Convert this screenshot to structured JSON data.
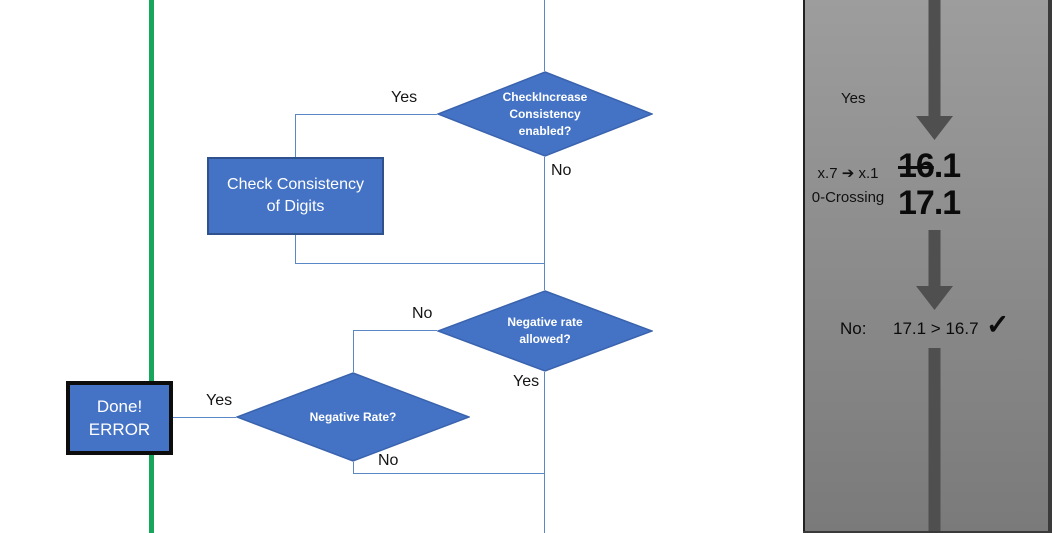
{
  "colors": {
    "shape_blue": "#4472C4",
    "shape_border_dark": "#2F528F",
    "connector_blue": "#5B87C7",
    "green_line": "#16A75C",
    "panel_gray_top": "#9D9D9D",
    "panel_gray_bottom": "#7A7A7A",
    "panel_arrow_gray": "#4F4F4F",
    "done_border_black": "#0D0D0D"
  },
  "flowchart": {
    "diamond_top": {
      "lines": [
        "CheckIncrease",
        "Consistency",
        "enabled?"
      ]
    },
    "diamond_mid": {
      "lines": [
        "Negative rate",
        "allowed?"
      ]
    },
    "diamond_bottom": {
      "lines": [
        "Negative Rate?"
      ]
    },
    "process_box": {
      "lines": [
        "Check Consistency",
        "of Digits"
      ]
    },
    "done_box": {
      "lines": [
        "Done!",
        "ERROR"
      ]
    },
    "labels": {
      "top_yes": "Yes",
      "top_no": "No",
      "mid_no": "No",
      "mid_yes": "Yes",
      "bottom_yes": "Yes",
      "bottom_no": "No"
    }
  },
  "panel": {
    "yes_label": "Yes",
    "note_line1": "x.7 ➔ x.1",
    "note_line2": "0-Crossing",
    "old_value_struck": "16",
    "old_value_rest": ".1",
    "new_value": "17.1",
    "result_label": "No:",
    "result_comparison": "17.1 > 16.7",
    "checkmark": "✓"
  }
}
